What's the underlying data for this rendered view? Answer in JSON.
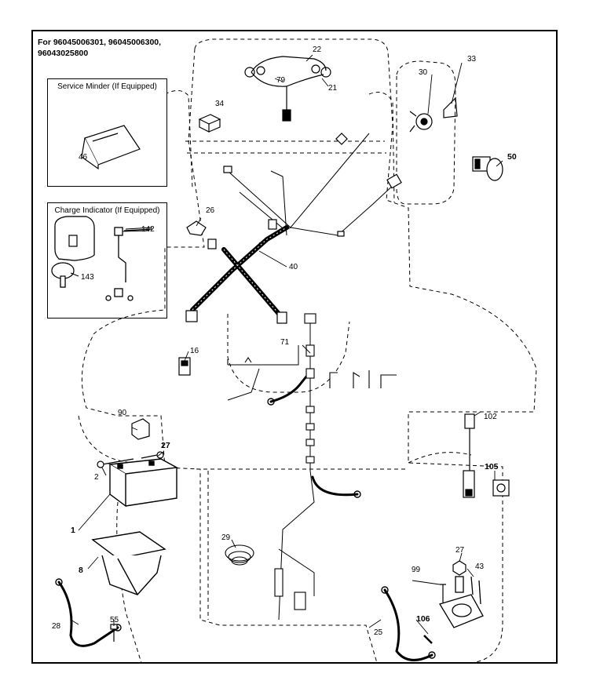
{
  "header": {
    "line1": "For 96045006301, 96045006300,",
    "line2": "96043025800"
  },
  "insets": {
    "service_minder": {
      "title": "Service Minder (If Equipped)"
    },
    "charge_indicator": {
      "title": "Charge Indicator (If Equipped)"
    }
  },
  "parts": {
    "p22": "22",
    "p79": "79",
    "p21": "21",
    "p30": "30",
    "p33": "33",
    "p34": "34",
    "p50": "50",
    "p46": "46",
    "p26": "26",
    "p142": "142",
    "p143": "143",
    "p40": "40",
    "p71": "71",
    "p16": "16",
    "p90": "90",
    "p27a": "27",
    "p2": "2",
    "p1": "1",
    "p8": "8",
    "p29": "29",
    "p28": "28",
    "p55": "55",
    "p102": "102",
    "p105": "105",
    "p27b": "27",
    "p99": "99",
    "p43": "43",
    "p106": "106",
    "p25": "25"
  },
  "colors": {
    "ink": "#000000",
    "background": "#ffffff"
  }
}
